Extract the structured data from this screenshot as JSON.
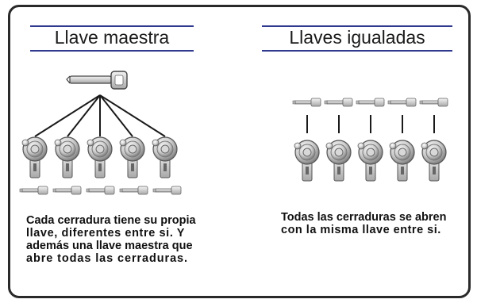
{
  "left": {
    "title": "Llave maestra",
    "caption": [
      "Cada cerradura tiene su propia",
      "llave, diferentes entre si. Y",
      "además una llave maestra que",
      "abre todas las cerraduras."
    ],
    "lock_count": 5,
    "key_count": 5
  },
  "right": {
    "title": "Llaves igualadas",
    "caption": [
      "Todas las cerraduras se abren",
      "con la misma llave entre si."
    ],
    "lock_count": 5,
    "key_count": 5
  },
  "colors": {
    "rule": "#2f3a8f",
    "line": "#1a1a1a",
    "metal": "#9a9a9a"
  }
}
